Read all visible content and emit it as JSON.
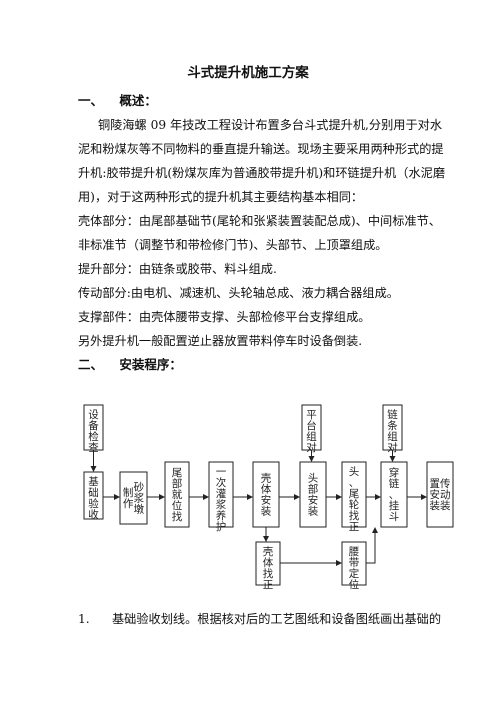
{
  "doc": {
    "title": "斗式提升机施工方案",
    "section1": {
      "num": "一、",
      "label": "概述："
    },
    "lines": [
      "铜陵海螺 09 年技改工程设计布置多台斗式提升机,分别用于对水",
      "泥和粉煤灰等不同物料的垂直提升输送。现场主要采用两种形式的提",
      "升机:胶带提升机(粉煤灰库为普通胶带提升机)和环链提升机（水泥磨",
      "用)，对于这两种形式的提升机其主要结构基本相同：",
      "壳体部分：由尾部基础节(尾轮和张紧装置装配总成)、中间标准节、",
      "非标准节（调整节和带检修门节)、头部节、上顶罩组成。",
      "提升部分：由链条或胶带、料斗组成.",
      "传动部分:由电机、减速机、头轮轴总成、液力耦合器组成。",
      "支撑部件：由壳体腰带支撑、头部检修平台支撑组成。",
      "另外提升机一般配置逆止器放置带料停车时设备倒装."
    ],
    "section2": {
      "num": "二、",
      "label": "安装程序："
    },
    "item1": {
      "num": "1.",
      "text": "基础验收划线。根据核对后的工艺图纸和设备图纸画出基础的"
    }
  },
  "flow": {
    "top": [
      "设备检查",
      "平台组对",
      "链条组对"
    ],
    "main": [
      "基础验收",
      "砂浆墩制作",
      "尾部就位找",
      "一次灌浆养护",
      "壳体安装",
      "头部安装",
      "头、尾轮找正",
      "穿链、挂斗",
      "传动装置安装"
    ],
    "bottom": [
      "壳体找正",
      "腰带定位"
    ]
  }
}
